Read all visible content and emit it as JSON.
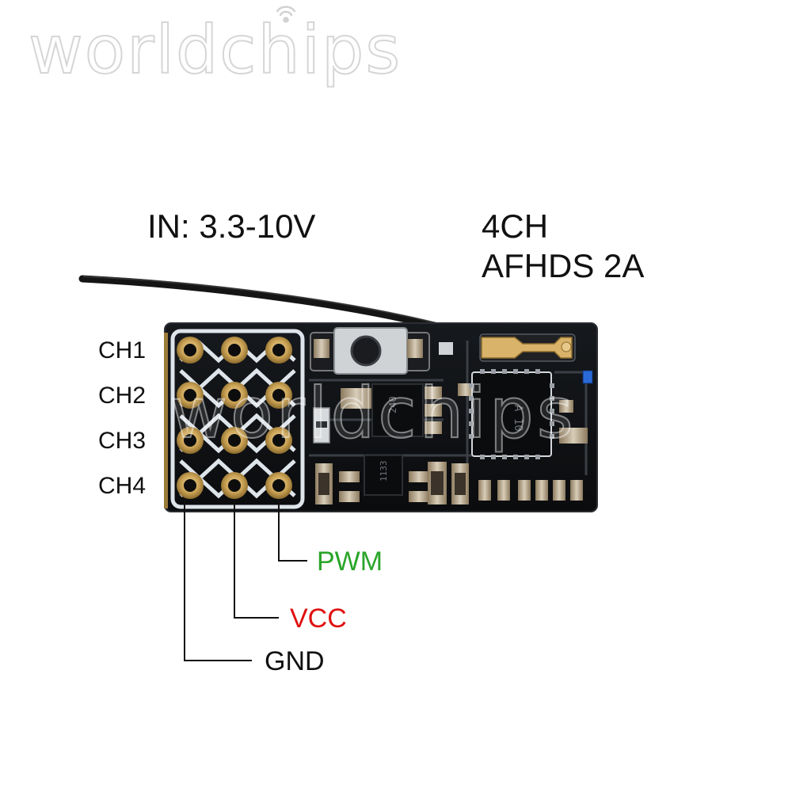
{
  "watermark": {
    "text": "worldchips",
    "icon": "wifi-signal-icon"
  },
  "specs": {
    "input_voltage": "IN: 3.3-10V",
    "channels": "4CH",
    "protocol": "AFHDS 2A"
  },
  "channel_labels": [
    "CH1",
    "CH2",
    "CH3",
    "CH4"
  ],
  "pin_labels": {
    "pwm": "PWM",
    "vcc": "VCC",
    "gnd": "GND"
  },
  "colors": {
    "pwm": "#2aa52a",
    "vcc": "#e01010",
    "gnd": "#111111",
    "pcb": "#0f1114",
    "silkscreen": "#dde4ea",
    "gold": "#c9a154"
  },
  "chip_markings": {
    "main_ic": "A 10",
    "regulator": "240",
    "small_ic": "1133"
  }
}
